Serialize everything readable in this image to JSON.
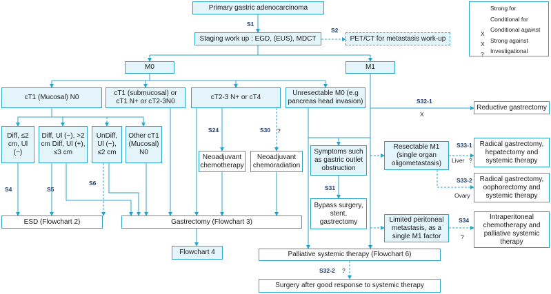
{
  "legend": {
    "strong_for": "Strong for",
    "conditional_for": "Conditional for",
    "conditional_against": "Conditional against",
    "strong_against": "Strong against",
    "investigational": "Investigational",
    "x_mark": "X",
    "q_mark": "?"
  },
  "nodes": {
    "primary": "Primary gastric adenocarcinoma",
    "staging": "Staging work up : EGD, (EUS), MDCT",
    "pet": "PET/CT for metastasis work-up",
    "m0": "M0",
    "m1": "M1",
    "ct1_mucosal": "cT1 (Mucosal) N0",
    "ct1_submucosal": "cT1 (submucosal) or cT1 N+ or cT2-3N0",
    "ct2_3": "cT2-3 N+ or cT4",
    "unresectable": "Unresectable M0 (e.g pancreas head invasion)",
    "reductive": "Reductive gastrectomy",
    "diff_le2": "Diff, ≤2 cm, Ul (−)",
    "diff_ul": "Diff, Ul (−), >2 cm Diff, Ul (+), ≤3 cm",
    "undiff": "UnDiff, Ul (−), ≤2 cm",
    "other_ct1": "Other cT1 (Mucosal) N0",
    "neoadj_chemo": "Neoadjuvant chemotherapy",
    "neoadj_chemorad": "Neoadjuvant chemoradiation",
    "symptoms": "Symptoms such as gastric outlet obstruction",
    "resectable_m1": "Resectable M1 (single organ oligometastasis)",
    "radical_hep": "Radical gastrectomy, hepatectomy and systemic therapy",
    "radical_ooph": "Radical gastrectomy, oophorectomy and systemic therapy",
    "bypass": "Bypass surgery, stent, gastrectomy",
    "esd": "ESD (Flowchart 2)",
    "gastrectomy": "Gastrectomy (Flowchart 3)",
    "limited_peri": "Limited peritoneal metastasis, as a single M1 factor",
    "intraperitoneal": "Intraperitoneal chemotherapy and palliative systemic therapy",
    "flowchart4": "Flowchart 4",
    "palliative": "Palliative systemic therapy (Flowchart 6)",
    "surgery_after": "Surgery after good response to systemic therapy"
  },
  "statements": {
    "s1": "S1",
    "s2": "S2",
    "s4": "S4",
    "s5": "S5",
    "s6": "S6",
    "s24": "S24",
    "s30": "S30",
    "s31": "S31",
    "s32_1": "S32-1",
    "s32_2": "S32-2",
    "s33_1": "S33-1",
    "s33_2": "S33-2",
    "s34": "S34"
  },
  "notes": {
    "liver": "Liver",
    "ovary": "Ovary",
    "q": "?",
    "x": "X"
  },
  "colors": {
    "line": "#29a3c8",
    "box_fill": "#e3f4fa",
    "label": "#1f3a6e"
  }
}
